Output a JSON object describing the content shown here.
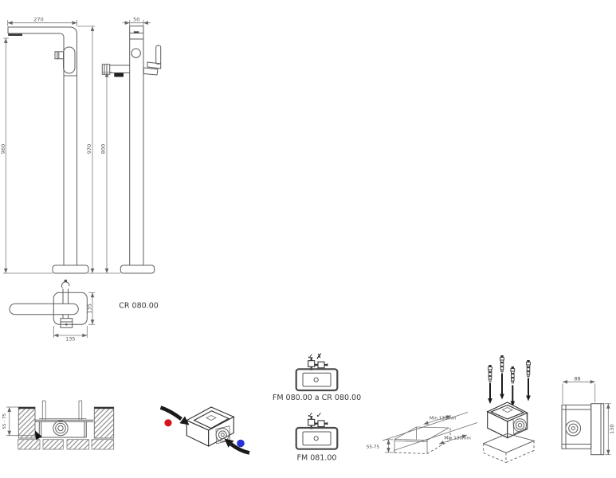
{
  "front_view": {
    "width_dim": "270",
    "height_left_dim": "960",
    "height_right_dim": "970"
  },
  "side_view": {
    "width_dim": "50",
    "height_dim": "800"
  },
  "top_view": {
    "model_label": "CR 080.00",
    "width_dim": "135",
    "depth_dim": "135"
  },
  "floor_section": {
    "depth_dim": "55 - 75"
  },
  "valve_a": {
    "check": "✓",
    "cross": "✗",
    "label": "FM 080.00 a CR 080.00"
  },
  "valve_b": {
    "check1": "✓",
    "check2": "✓",
    "label": "FM 081.00"
  },
  "recess": {
    "min_dim_back": "Min 130mm",
    "min_dim_front": "Min 130mm",
    "depth_dim": "55-75"
  },
  "box_side": {
    "width_dim": "88",
    "height_dim": "130"
  },
  "colors": {
    "hot": "#d5151b",
    "cold": "#2b2fd6"
  }
}
